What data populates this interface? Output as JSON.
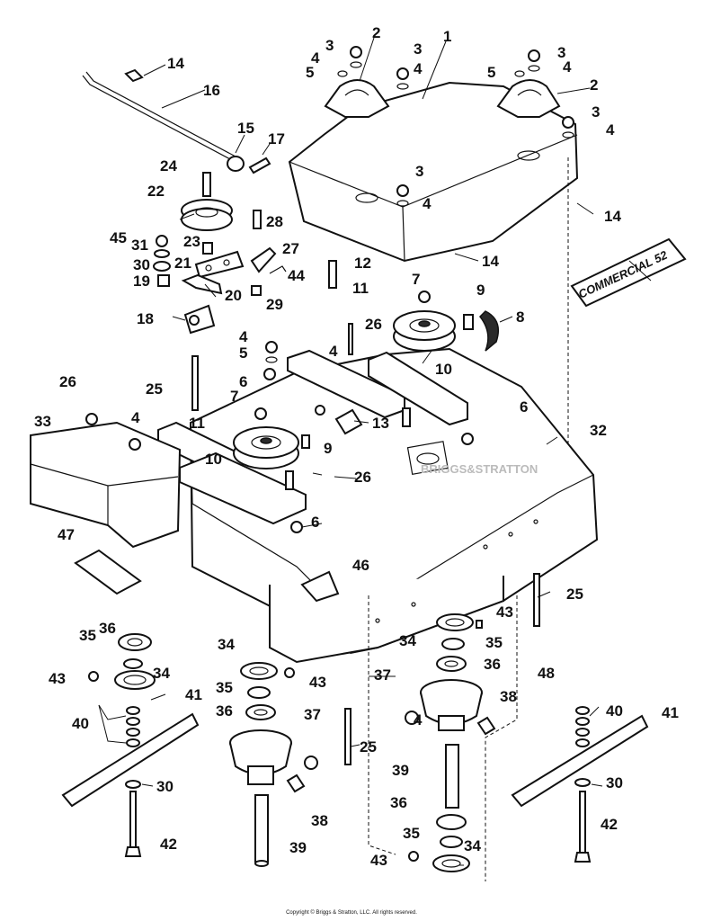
{
  "decal_text": "COMMERCIAL 52",
  "watermark_text": "BRIGGS&STRATTON",
  "copyright": "Copyright © Briggs & Stratton, LLC. All rights reserved.",
  "callouts": [
    "1",
    "2",
    "2",
    "3",
    "3",
    "3",
    "3",
    "3",
    "4",
    "4",
    "4",
    "4",
    "4",
    "4",
    "4",
    "4",
    "4",
    "5",
    "5",
    "5",
    "6",
    "6",
    "6",
    "7",
    "7",
    "8",
    "9",
    "9",
    "10",
    "10",
    "11",
    "11",
    "12",
    "13",
    "14",
    "14",
    "14",
    "15",
    "16",
    "17",
    "18",
    "19",
    "20",
    "21",
    "22",
    "23",
    "24",
    "25",
    "25",
    "25",
    "26",
    "26",
    "26",
    "27",
    "28",
    "29",
    "30",
    "30",
    "30",
    "31",
    "32",
    "33",
    "34",
    "34",
    "34",
    "34",
    "35",
    "35",
    "35",
    "35",
    "36",
    "36",
    "36",
    "36",
    "37",
    "37",
    "38",
    "38",
    "39",
    "39",
    "40",
    "40",
    "41",
    "41",
    "42",
    "42",
    "43",
    "43",
    "43",
    "43",
    "44",
    "45",
    "46",
    "47",
    "48"
  ]
}
